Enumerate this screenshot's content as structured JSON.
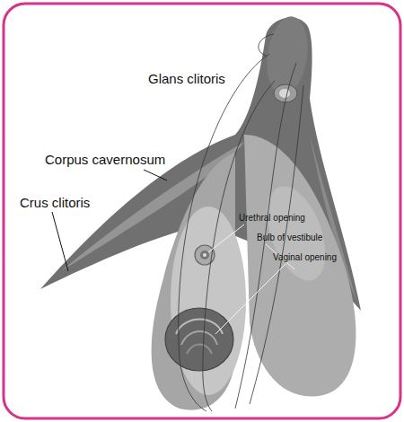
{
  "diagram": {
    "labels": [
      "Glans clitoris",
      "Corpus cavernosum",
      "Crus clitoris",
      "Urethral opening",
      "Bulb of vestibule",
      "Vaginal opening"
    ]
  }
}
